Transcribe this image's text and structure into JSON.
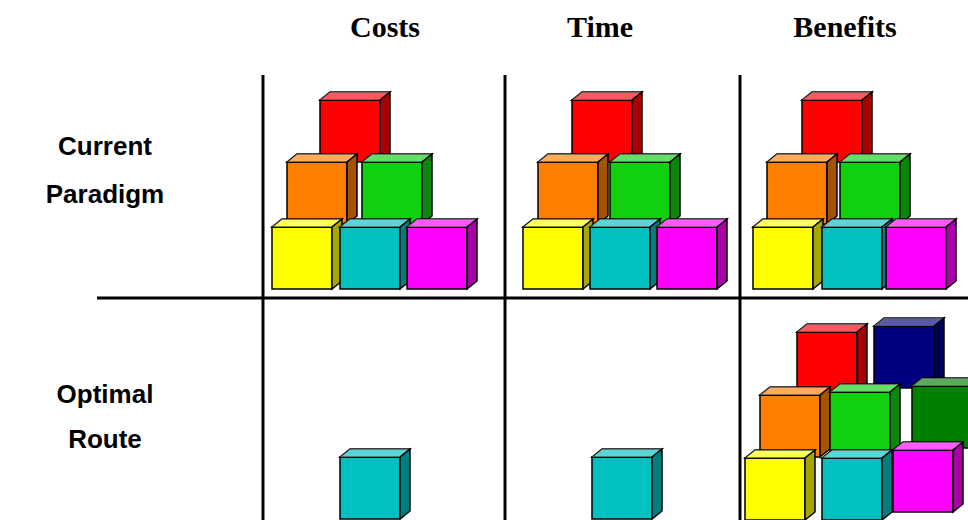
{
  "diagram": {
    "labels": [
      "Costs",
      "Time",
      "Benefits",
      "Current Paradigm",
      "Optimal Route"
    ]
  }
}
